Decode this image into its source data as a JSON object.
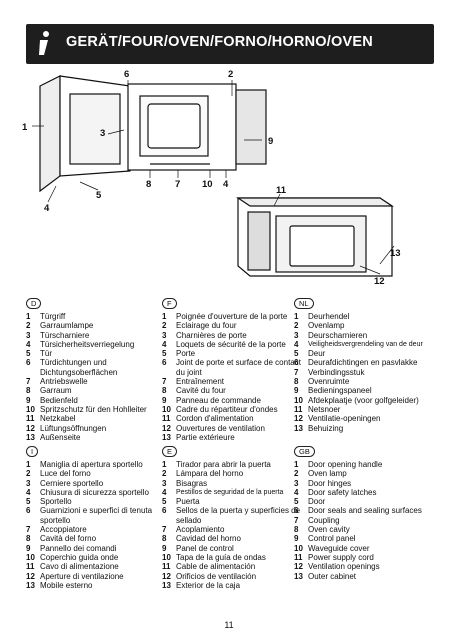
{
  "header": {
    "title": "GERÄT/FOUR/OVEN/FORNO/HORNO/OVEN",
    "icon": "info-icon"
  },
  "diagram": {
    "callouts": [
      "1",
      "2",
      "3",
      "4",
      "5",
      "6",
      "7",
      "8",
      "9",
      "10",
      "11",
      "12",
      "13"
    ]
  },
  "languages": [
    {
      "code": "D",
      "items": [
        {
          "n": "1",
          "t": "Türgriff"
        },
        {
          "n": "2",
          "t": "Garraumlampe"
        },
        {
          "n": "3",
          "t": "Türscharniere"
        },
        {
          "n": "4",
          "t": "Türsicherheitsverriegelung"
        },
        {
          "n": "5",
          "t": "Tür"
        },
        {
          "n": "6",
          "t": "Türdichtungen und Dichtungsoberflächen"
        },
        {
          "n": "7",
          "t": "Antriebswelle"
        },
        {
          "n": "8",
          "t": "Garraum"
        },
        {
          "n": "9",
          "t": "Bedienfeld"
        },
        {
          "n": "10",
          "t": "Spritzschutz für den Hohlleiter"
        },
        {
          "n": "11",
          "t": "Netzkabel"
        },
        {
          "n": "12",
          "t": "Lüftungsöffnungen"
        },
        {
          "n": "13",
          "t": "Außenseite"
        }
      ]
    },
    {
      "code": "F",
      "items": [
        {
          "n": "1",
          "t": "Poignée d'ouverture de la porte"
        },
        {
          "n": "2",
          "t": "Eclairage du four"
        },
        {
          "n": "3",
          "t": "Charnières de porte"
        },
        {
          "n": "4",
          "t": "Loquets de sécurité de la porte"
        },
        {
          "n": "5",
          "t": "Porte"
        },
        {
          "n": "6",
          "t": "Joint de porte et surface de contact du joint"
        },
        {
          "n": "7",
          "t": "Entraînement"
        },
        {
          "n": "8",
          "t": "Cavité du four"
        },
        {
          "n": "9",
          "t": "Panneau de commande"
        },
        {
          "n": "10",
          "t": "Cadre du répartiteur d'ondes"
        },
        {
          "n": "11",
          "t": "Cordon d'alimentation"
        },
        {
          "n": "12",
          "t": "Ouvertures de ventilation"
        },
        {
          "n": "13",
          "t": "Partie extérieure"
        }
      ]
    },
    {
      "code": "NL",
      "items": [
        {
          "n": "1",
          "t": "Deurhendel"
        },
        {
          "n": "2",
          "t": "Ovenlamp"
        },
        {
          "n": "3",
          "t": "Deurscharnieren"
        },
        {
          "n": "4",
          "t": "Veiligheidsvergrendeling van de deur"
        },
        {
          "n": "5",
          "t": "Deur"
        },
        {
          "n": "6",
          "t": "Deurafdichtingen en pasvlakke"
        },
        {
          "n": "7",
          "t": "Verbindingsstuk"
        },
        {
          "n": "8",
          "t": "Ovenruimte"
        },
        {
          "n": "9",
          "t": "Bedieningspaneel"
        },
        {
          "n": "10",
          "t": "Afdekplaatje (voor golfgeleider)"
        },
        {
          "n": "11",
          "t": "Netsnoer"
        },
        {
          "n": "12",
          "t": "Ventilatie-openingen"
        },
        {
          "n": "13",
          "t": "Behuizing"
        }
      ]
    },
    {
      "code": "I",
      "items": [
        {
          "n": "1",
          "t": "Maniglia di apertura sportello"
        },
        {
          "n": "2",
          "t": "Luce del forno"
        },
        {
          "n": "3",
          "t": "Cerniere sportello"
        },
        {
          "n": "4",
          "t": "Chiusura di sicurezza sportello"
        },
        {
          "n": "5",
          "t": "Sportello"
        },
        {
          "n": "6",
          "t": "Guarnizioni e superfici di tenuta sportello"
        },
        {
          "n": "7",
          "t": "Accoppiatore"
        },
        {
          "n": "8",
          "t": "Cavità del forno"
        },
        {
          "n": "9",
          "t": "Pannello dei comandi"
        },
        {
          "n": "10",
          "t": "Coperchio guida onde"
        },
        {
          "n": "11",
          "t": "Cavo di alimentazione"
        },
        {
          "n": "12",
          "t": "Aperture di ventilazione"
        },
        {
          "n": "13",
          "t": "Mobile esterno"
        }
      ]
    },
    {
      "code": "E",
      "items": [
        {
          "n": "1",
          "t": "Tirador para abrir la puerta"
        },
        {
          "n": "2",
          "t": "Lámpara del horno"
        },
        {
          "n": "3",
          "t": "Bisagras"
        },
        {
          "n": "4",
          "t": "Pestillos de seguridad de la puerta"
        },
        {
          "n": "5",
          "t": "Puerta"
        },
        {
          "n": "6",
          "t": "Sellos de la puerta y superficies de sellado"
        },
        {
          "n": "7",
          "t": "Acoplamiento"
        },
        {
          "n": "8",
          "t": "Cavidad del horno"
        },
        {
          "n": "9",
          "t": "Panel de control"
        },
        {
          "n": "10",
          "t": "Tapa de la guía de ondas"
        },
        {
          "n": "11",
          "t": "Cable de alimentación"
        },
        {
          "n": "12",
          "t": "Orificios de ventilación"
        },
        {
          "n": "13",
          "t": "Exterior de la caja"
        }
      ]
    },
    {
      "code": "GB",
      "items": [
        {
          "n": "1",
          "t": "Door opening handle"
        },
        {
          "n": "2",
          "t": "Oven lamp"
        },
        {
          "n": "3",
          "t": "Door hinges"
        },
        {
          "n": "4",
          "t": "Door safety latches"
        },
        {
          "n": "5",
          "t": "Door"
        },
        {
          "n": "6",
          "t": "Door seals and sealing surfaces"
        },
        {
          "n": "7",
          "t": "Coupling"
        },
        {
          "n": "8",
          "t": "Oven cavity"
        },
        {
          "n": "9",
          "t": "Control panel"
        },
        {
          "n": "10",
          "t": "Waveguide cover"
        },
        {
          "n": "11",
          "t": "Power supply cord"
        },
        {
          "n": "12",
          "t": "Ventilation openings"
        },
        {
          "n": "13",
          "t": "Outer cabinet"
        }
      ]
    }
  ],
  "footer": {
    "page_number": "11"
  }
}
